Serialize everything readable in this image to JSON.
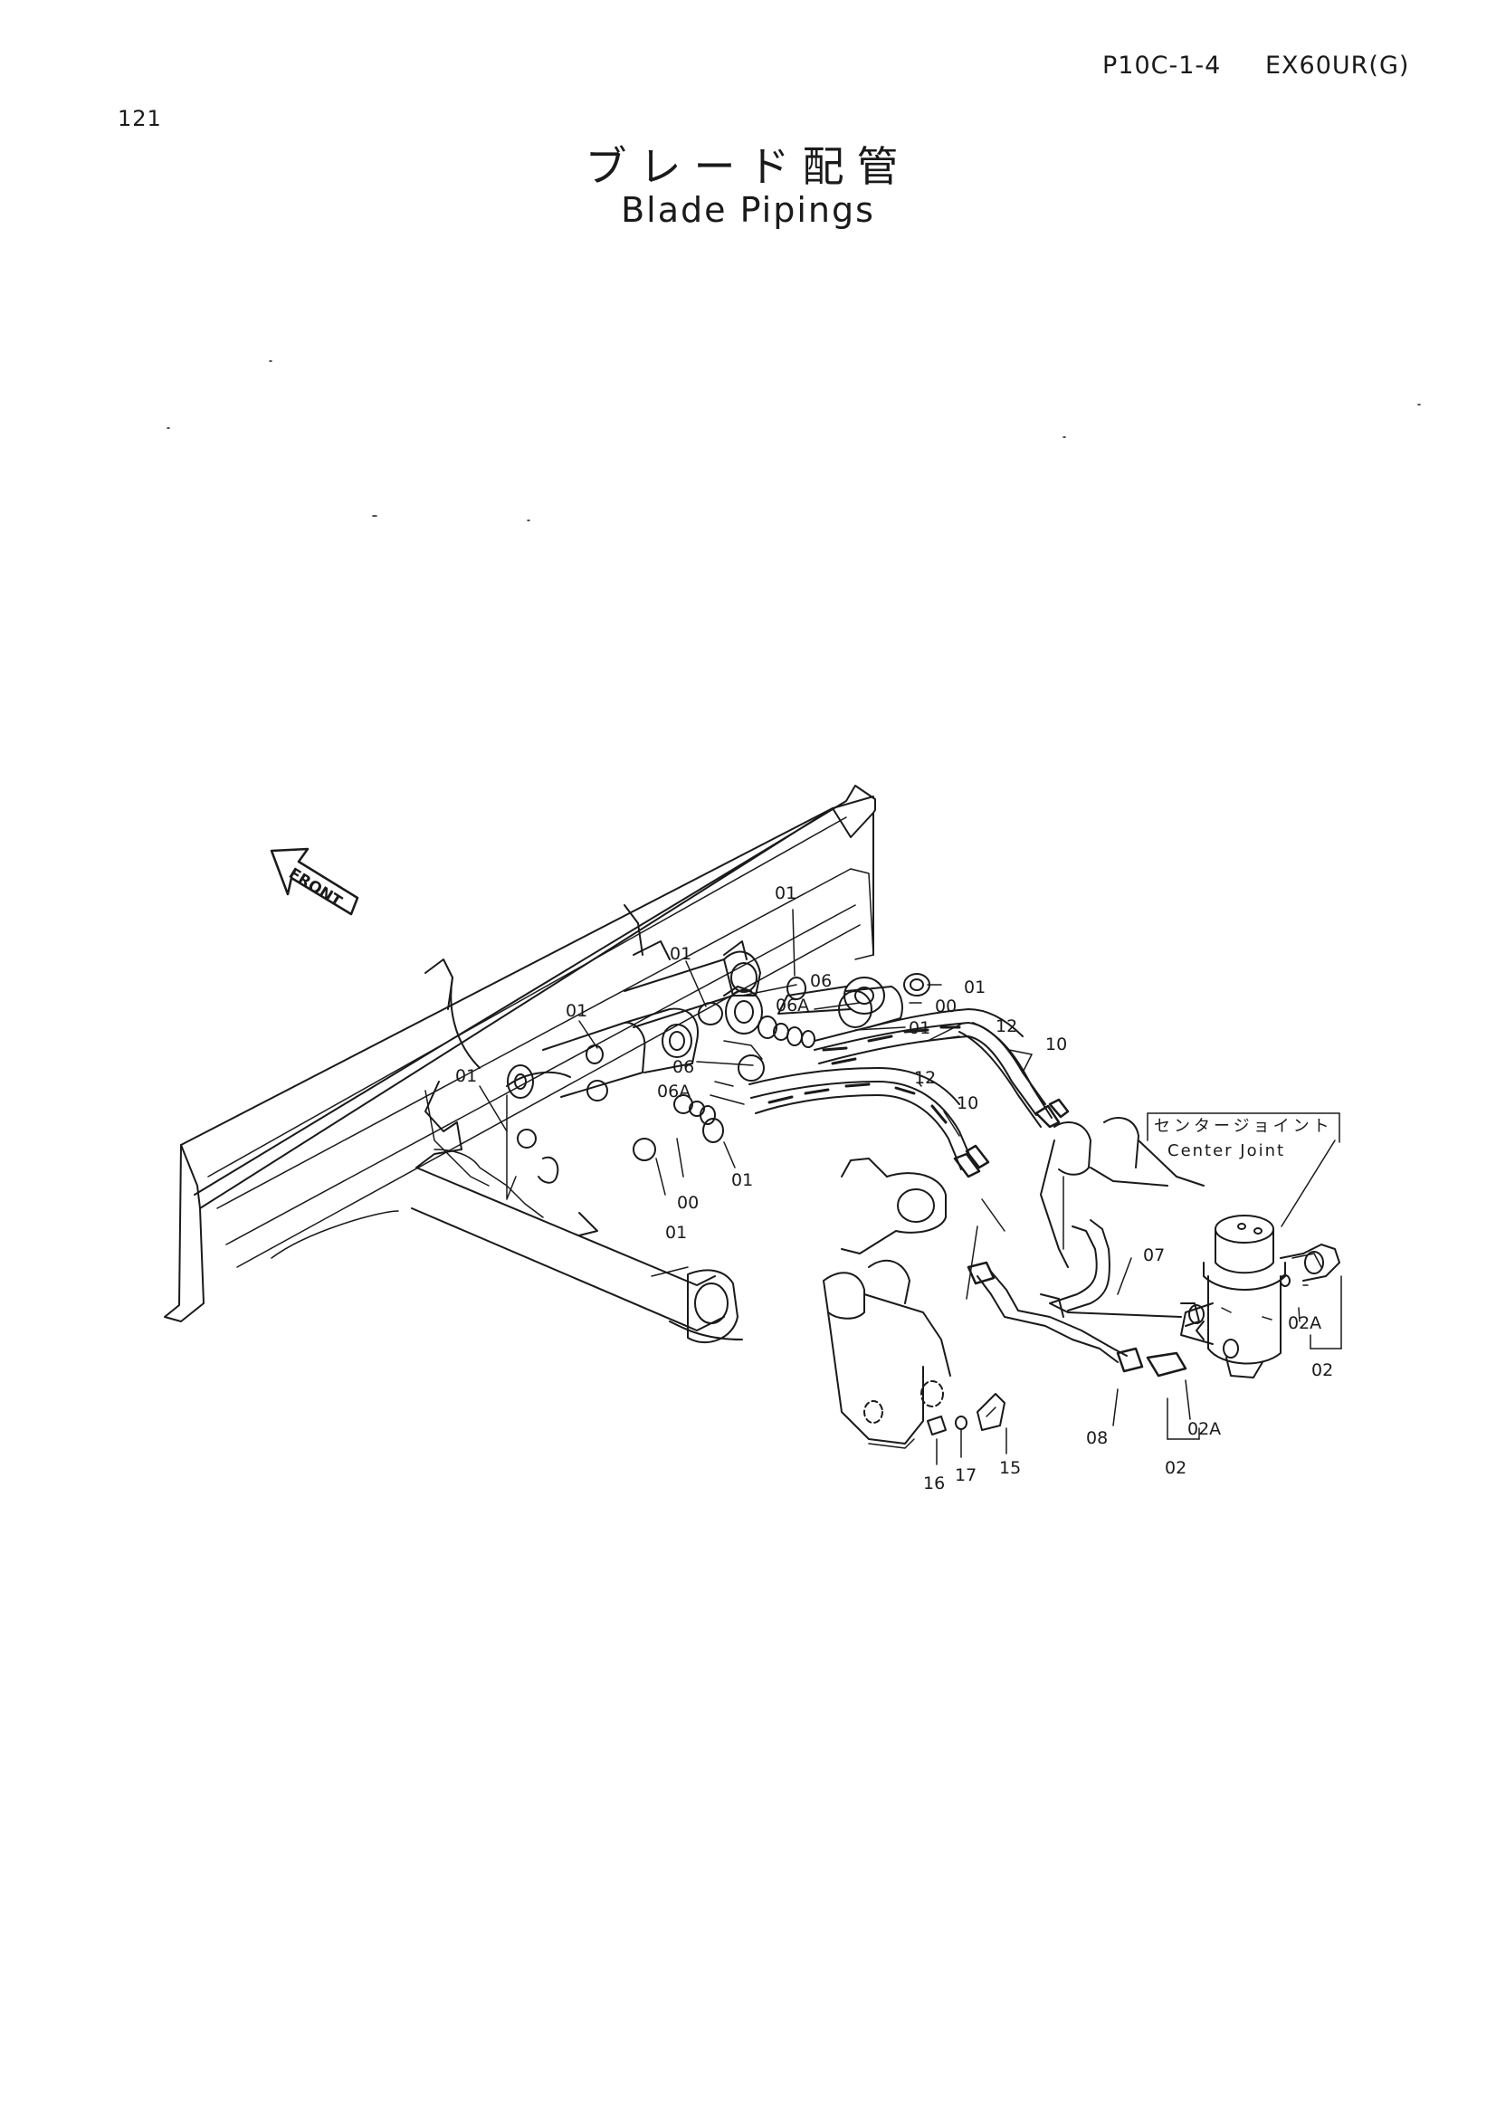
{
  "header": {
    "page_number": "121",
    "page_code": "P10C-1-4",
    "model": "EX60UR(G)"
  },
  "title": {
    "japanese": "ブレード配管",
    "english": "Blade Pipings"
  },
  "diagram": {
    "front_marker": "FRONT",
    "center_joint": {
      "label_jp": "センタージョイント",
      "label_en": "Center Joint"
    },
    "callouts": [
      "01",
      "01",
      "01",
      "01",
      "01",
      "01",
      "01",
      "01",
      "00",
      "00",
      "06",
      "06",
      "06A",
      "06A",
      "12",
      "12",
      "10",
      "10",
      "07",
      "08",
      "02A",
      "02",
      "02A",
      "02",
      "15",
      "16",
      "17"
    ]
  }
}
